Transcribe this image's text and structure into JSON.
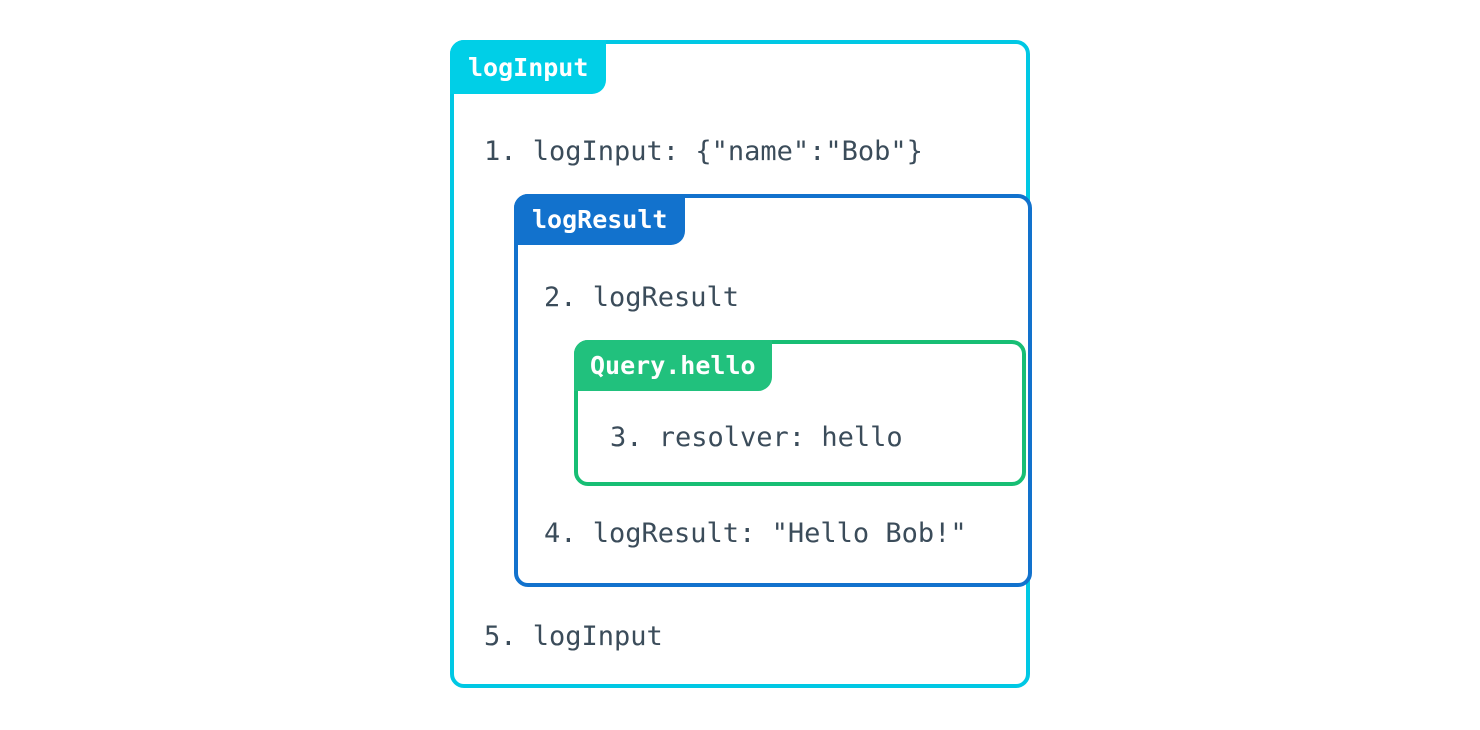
{
  "diagram": {
    "type": "nested-trace-boxes",
    "background_color": "#ffffff",
    "text_color": "#3b4c5a",
    "boxes": [
      {
        "id": "logInput",
        "tab_label": "logInput",
        "border_color": "#00c8e4",
        "tab_color": "#00cfe7",
        "lines": [
          {
            "number": "1.",
            "text": "1. logInput: {\"name\":\"Bob\"}"
          },
          {
            "number": "5.",
            "text": "5. logInput"
          }
        ]
      },
      {
        "id": "logResult",
        "tab_label": "logResult",
        "border_color": "#1272cd",
        "tab_color": "#1272cd",
        "lines": [
          {
            "number": "2.",
            "text": "2. logResult"
          },
          {
            "number": "4.",
            "text": "4. logResult: \"Hello Bob!\""
          }
        ]
      },
      {
        "id": "Query.hello",
        "tab_label": "Query.hello",
        "border_color": "#17be74",
        "tab_color": "#21c17d",
        "lines": [
          {
            "number": "3.",
            "text": "3. resolver: hello"
          }
        ]
      }
    ]
  }
}
